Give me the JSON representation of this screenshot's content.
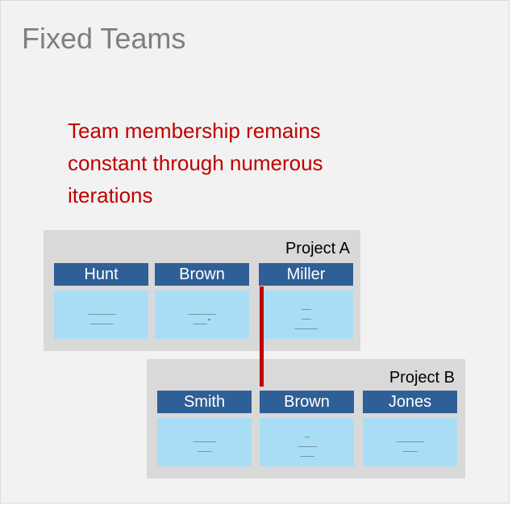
{
  "title": "Fixed Teams",
  "description": "Team membership remains constant through numerous iterations",
  "projects": [
    {
      "label": "Project A",
      "members": [
        {
          "name": "Hunt",
          "lines": [
            "______",
            "_____"
          ]
        },
        {
          "name": "Brown",
          "lines": [
            "______",
            "___-"
          ]
        },
        {
          "name": "Miller",
          "lines": [
            "__",
            "__",
            "_____"
          ]
        }
      ]
    },
    {
      "label": "Project B",
      "members": [
        {
          "name": "Smith",
          "lines": [
            "_____",
            "___"
          ]
        },
        {
          "name": "Brown",
          "lines": [
            "_",
            "____",
            "___"
          ]
        },
        {
          "name": "Jones",
          "lines": [
            "______",
            "___"
          ]
        }
      ]
    }
  ],
  "colors": {
    "title": "#7f7f7f",
    "description": "#c00000",
    "project_bg": "#d9d9d9",
    "name_bar": "#2f5f97",
    "card": "#a9ddf5",
    "connector": "#c00000"
  }
}
